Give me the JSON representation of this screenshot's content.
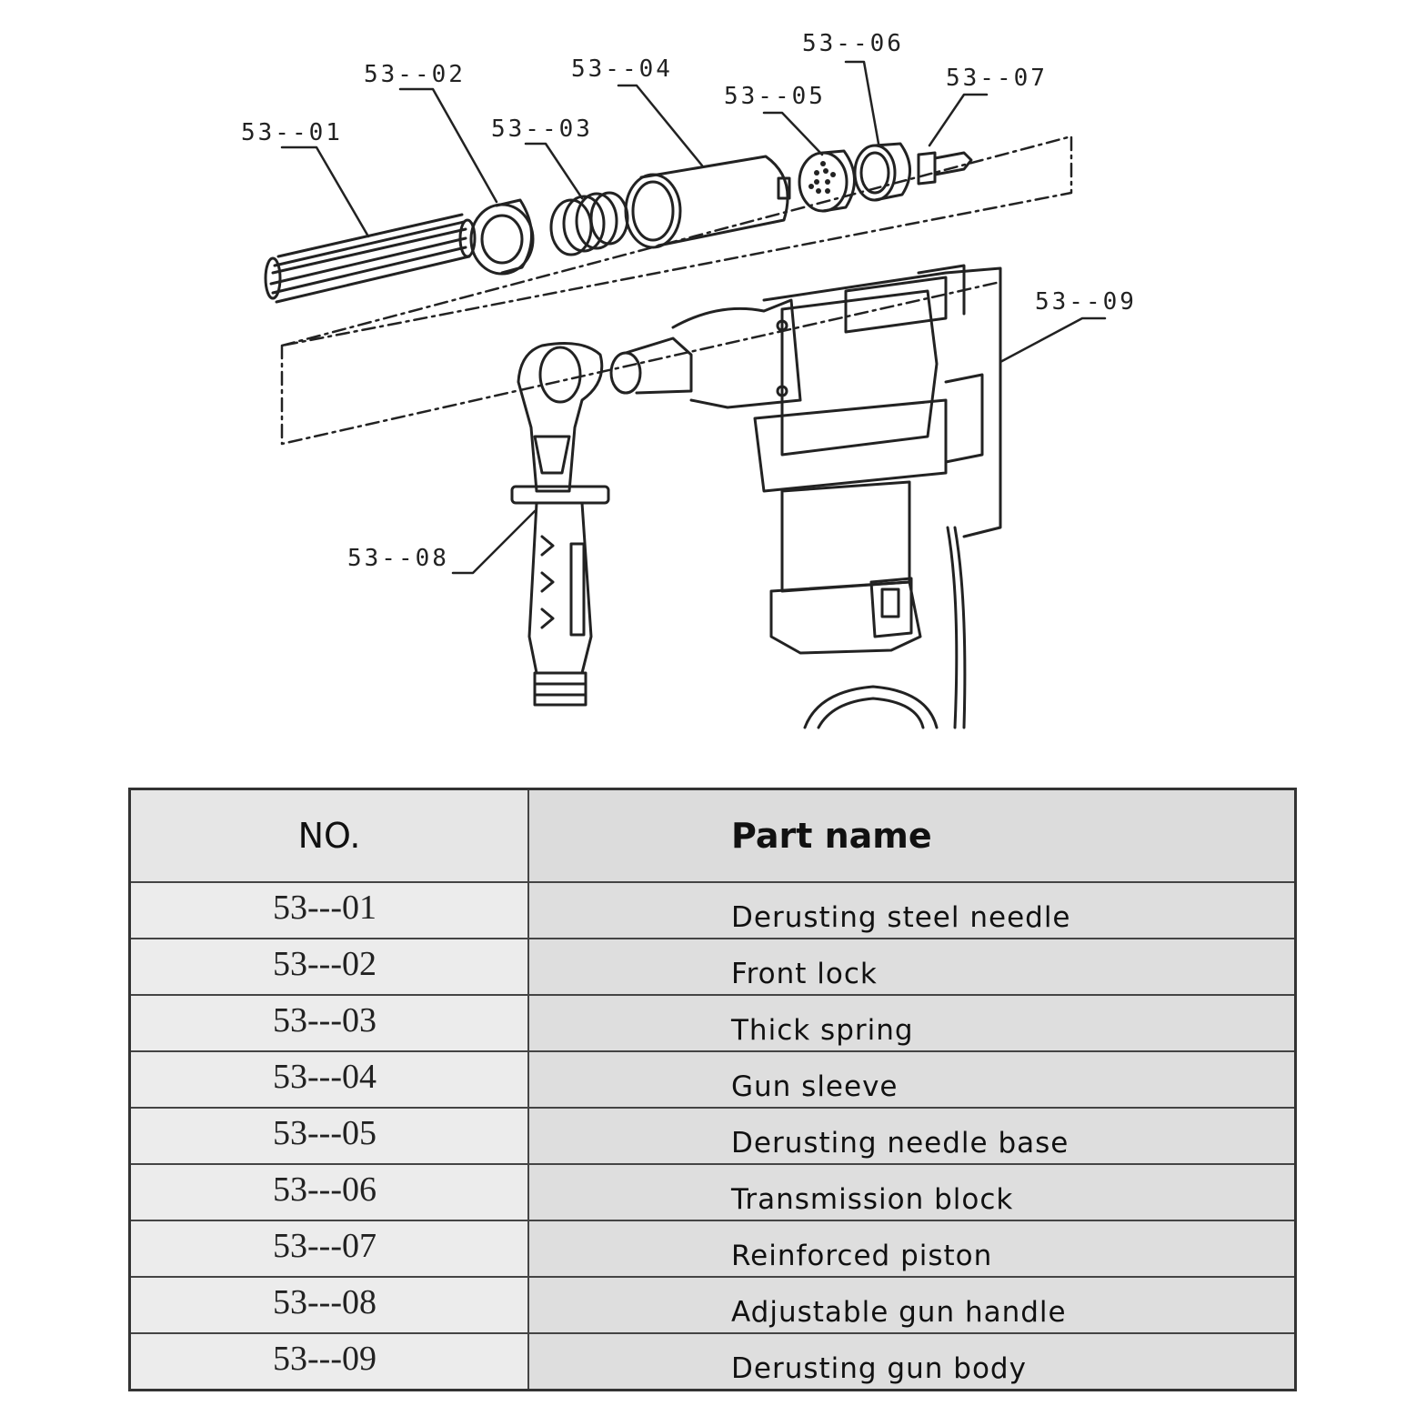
{
  "callouts": [
    {
      "label": "53--01"
    },
    {
      "label": "53--02"
    },
    {
      "label": "53--03"
    },
    {
      "label": "53--04"
    },
    {
      "label": "53--05"
    },
    {
      "label": "53--06"
    },
    {
      "label": "53--07"
    },
    {
      "label": "53--08"
    },
    {
      "label": "53--09"
    }
  ],
  "table": {
    "headers": {
      "no": "NO.",
      "name": "Part name"
    },
    "rows": [
      {
        "no": "53---01",
        "name": "Derusting steel needle"
      },
      {
        "no": "53---02",
        "name": "Front lock"
      },
      {
        "no": "53---03",
        "name": "Thick spring"
      },
      {
        "no": "53---04",
        "name": "Gun sleeve"
      },
      {
        "no": "53---05",
        "name": "Derusting needle base"
      },
      {
        "no": "53---06",
        "name": "Transmission block"
      },
      {
        "no": "53---07",
        "name": "Reinforced piston"
      },
      {
        "no": "53---08",
        "name": "Adjustable gun handle"
      },
      {
        "no": "53---09",
        "name": "Derusting gun body"
      }
    ]
  }
}
